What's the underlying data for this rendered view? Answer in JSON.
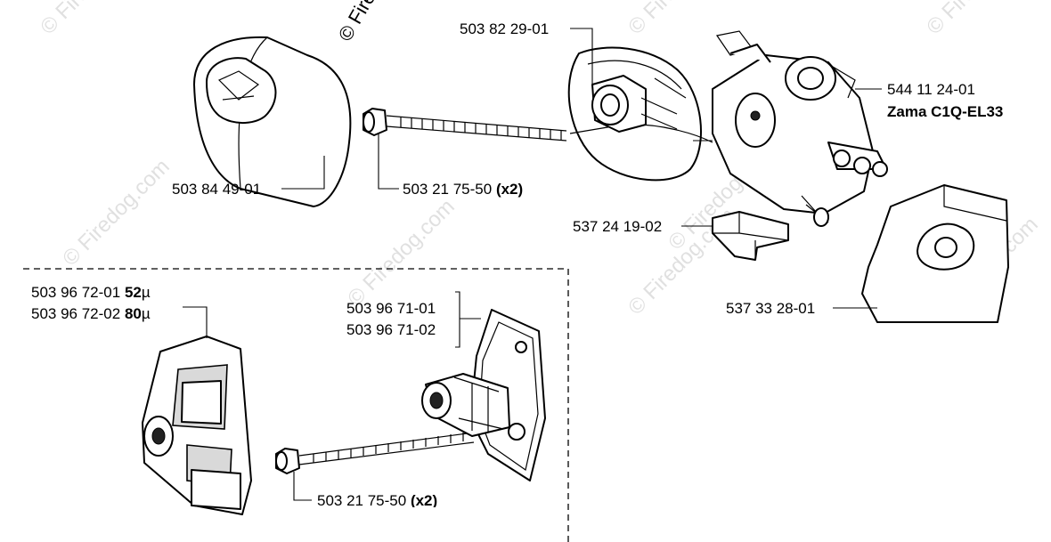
{
  "watermarks": {
    "copyright": "© Fire",
    "brand": "© Firedog.com"
  },
  "parts": {
    "air_filter": "503 84 49-01",
    "screw_top": "503 21 75-50",
    "screw_top_qty": "(x2)",
    "intake_boot": "503 82 29-01",
    "carburetor": "544 11 24-01",
    "carburetor_model": "Zama C1Q-EL33",
    "block": "537 24 19-02",
    "gasket": "537 33 28-01",
    "cover_a": "503 96 72-01",
    "cover_a_size": "52",
    "cover_b": "503 96 72-02",
    "cover_b_size": "80",
    "micron_unit": "µ",
    "adapter_a": "503 96 71-01",
    "adapter_b": "503 96 71-02",
    "screw_bottom": "503 21 75-50",
    "screw_bottom_qty": "(x2)"
  }
}
